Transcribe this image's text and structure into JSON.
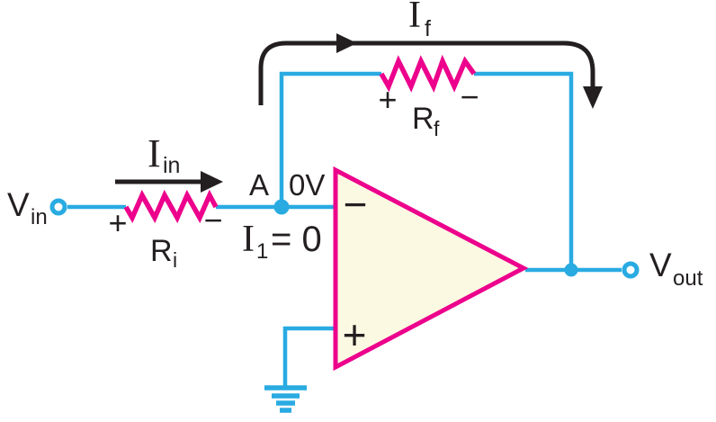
{
  "diagram_type": "inverting-opamp-virtual-ground-circuit",
  "colors": {
    "wire": "#29ABE2",
    "component": "#EC008C",
    "opamp_fill": "#FCF9E2",
    "annotation": "#231F20",
    "background": "#FFFFFF"
  },
  "labels": {
    "vin": {
      "base": "V",
      "sub": "in"
    },
    "iin": {
      "base": "I",
      "sub": "in"
    },
    "ri": {
      "base": "R",
      "sub": "i",
      "plus": "+",
      "minus": "−"
    },
    "node_a": "A",
    "node_voltage": "0V",
    "i1": {
      "base": "I",
      "sub": "1",
      "rest": "= 0"
    },
    "if_current": {
      "base": "I",
      "sub": "f"
    },
    "rf": {
      "base": "R",
      "sub": "f",
      "plus": "+",
      "minus": "−"
    },
    "opamp": {
      "inverting_input": "−",
      "noninverting_input": "+"
    },
    "vout": {
      "base": "V",
      "sub": "out"
    }
  }
}
